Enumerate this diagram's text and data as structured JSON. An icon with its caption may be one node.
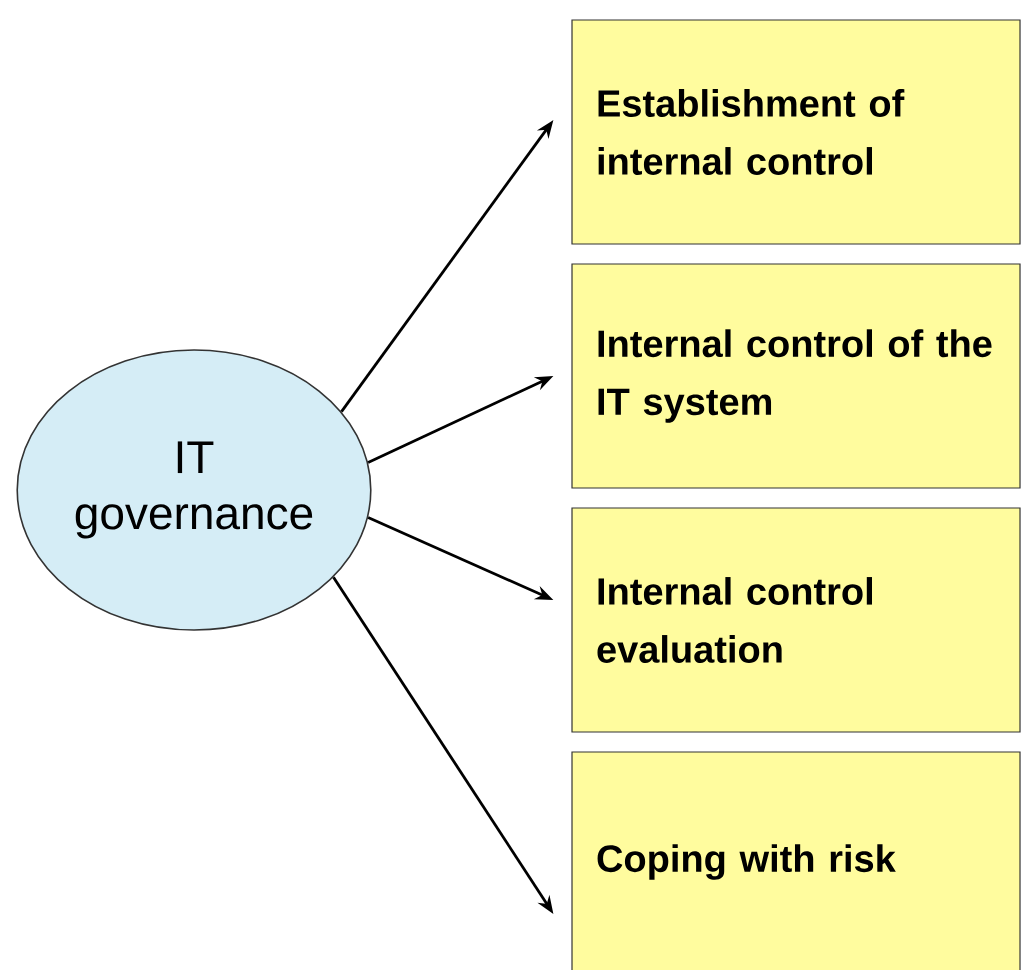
{
  "diagram": {
    "nodes": [
      {
        "text": [
          "IT governance"
        ]
      },
      {
        "text": [
          "Establishment of internal control"
        ]
      },
      {
        "text": [
          "Internal control of the IT system"
        ]
      },
      {
        "text": [
          "Internal control evaluation"
        ]
      },
      {
        "text": [
          "Coping with risk"
        ]
      }
    ],
    "edges": [
      {
        "from": 0,
        "to": 1,
        "arrow": "to"
      },
      {
        "from": 0,
        "to": 2,
        "arrow": "to"
      },
      {
        "from": 0,
        "to": 3,
        "arrow": "to"
      },
      {
        "from": 0,
        "to": 4,
        "arrow": "to"
      }
    ]
  }
}
